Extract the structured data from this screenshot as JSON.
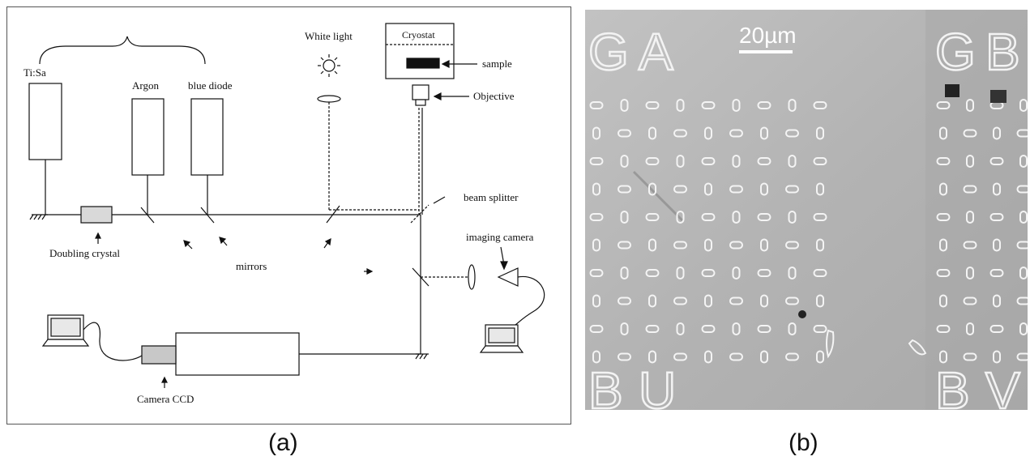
{
  "panel_a": {
    "labels": {
      "tisa": "Ti:Sa",
      "argon": "Argon",
      "blue_diode": "blue diode",
      "white_light": "White light",
      "cryostat": "Cryostat",
      "sample": "sample",
      "objective": "Objective",
      "beam_splitter": "beam splitter",
      "imaging_camera": "imaging camera",
      "doubling_crystal": "Doubling crystal",
      "mirrors": "mirrors",
      "camera_ccd": "Camera CCD"
    },
    "caption": "(a)"
  },
  "panel_b": {
    "scale_bar_label": "20µm",
    "corner_letters": [
      "G",
      "A",
      "G",
      "B",
      "B",
      "U",
      "B",
      "V"
    ],
    "caption": "(b)"
  }
}
